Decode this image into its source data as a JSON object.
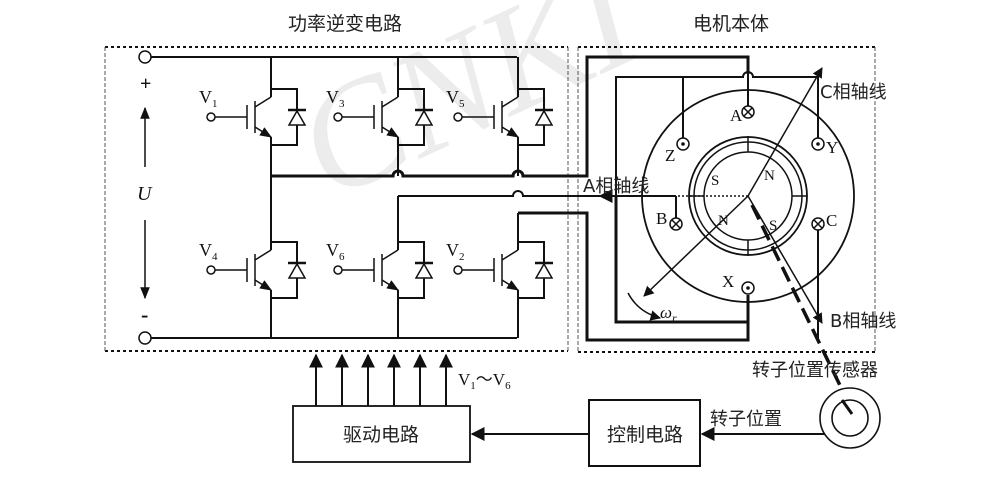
{
  "inverter": {
    "title": "功率逆变电路",
    "voltage_label": "U",
    "plus_label": "+",
    "minus_label": "-",
    "switches_top": [
      {
        "name": "V",
        "sub": "1"
      },
      {
        "name": "V",
        "sub": "3"
      },
      {
        "name": "V",
        "sub": "5"
      }
    ],
    "switches_bottom": [
      {
        "name": "V",
        "sub": "4"
      },
      {
        "name": "V",
        "sub": "6"
      },
      {
        "name": "V",
        "sub": "2"
      }
    ]
  },
  "motor": {
    "title": "电机本体",
    "a_axis": "A相轴线",
    "b_axis": "B相轴线",
    "c_axis": "C相轴线",
    "terminals": {
      "A": "A",
      "B": "B",
      "C": "C",
      "X": "X",
      "Y": "Y",
      "Z": "Z"
    },
    "rotor_poles": {
      "N1": "N",
      "S1": "S",
      "N2": "N",
      "S2": "S"
    },
    "omega": "ω",
    "omega_sub": "r"
  },
  "control": {
    "gate_signals_label_v": "V",
    "gate_signals_sub1": "1",
    "gate_signals_tilde": "～V",
    "gate_signals_sub2": "6",
    "drive_circuit": "驱动电路",
    "control_circuit": "控制电路",
    "rotor_position": "转子位置",
    "rotor_position_sensor": "转子位置传感器"
  },
  "watermark": "CNKI"
}
